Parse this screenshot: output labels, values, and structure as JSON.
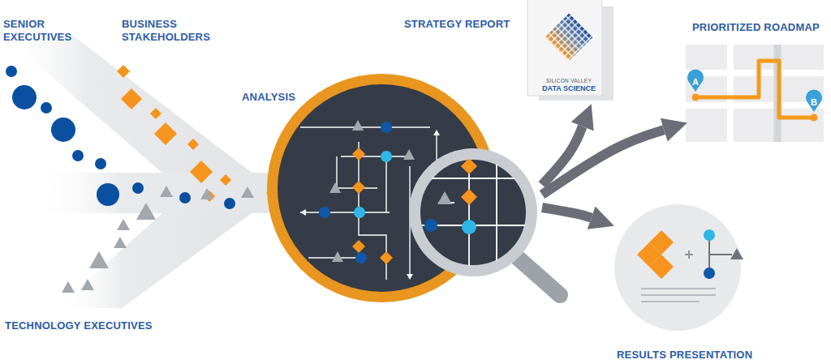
{
  "diagram": {
    "nodes": [
      {
        "text": [
          "ANALYSIS"
        ]
      },
      {
        "text": [
          "STRATEGY REPORT",
          "SILICON VALLEY",
          "DATA SCIENCE"
        ]
      },
      {
        "text": [
          "PRIORITIZED ROADMAP"
        ]
      },
      {
        "text": [
          "RESULTS PRESENTATION"
        ]
      }
    ],
    "edges": [
      {
        "from": 0,
        "to": 1,
        "arrow": "to"
      },
      {
        "from": 0,
        "to": 2,
        "arrow": "to"
      },
      {
        "from": 0,
        "to": 3,
        "arrow": "to"
      }
    ],
    "labels": [
      "SENIOR EXECUTIVES",
      "BUSINESS STAKEHOLDERS",
      "TECHNOLOGY EXECUTIVES",
      "A",
      "B"
    ]
  }
}
